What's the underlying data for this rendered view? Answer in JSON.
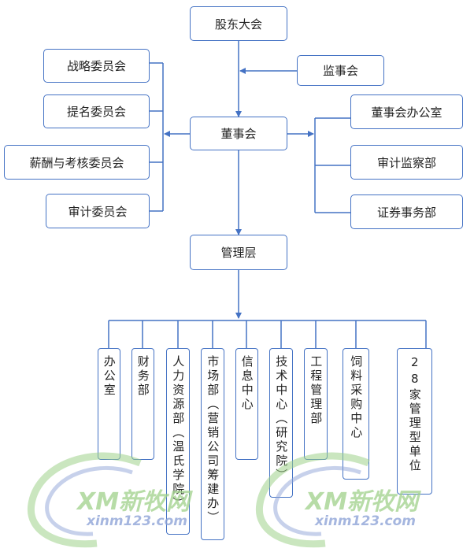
{
  "nodes": {
    "shareholders": "股东大会",
    "supervisory": "监事会",
    "board": "董事会",
    "management": "管理层",
    "committees": [
      "战略委员会",
      "提名委员会",
      "薪酬与考核委员会",
      "审计委员会"
    ],
    "board_units": [
      "董事会办公室",
      "审计监察部",
      "证券事务部"
    ],
    "departments": [
      "办公室",
      "财务部",
      "人力资源部（温氏学院）",
      "市场部（营销公司筹建办）",
      "信息中心",
      "技术中心（研究院）",
      "工程管理部",
      "饲料采购中心",
      "28家管理型单位"
    ]
  },
  "watermark": {
    "logo": "XM新牧网",
    "url": "xinm123.com"
  },
  "colors": {
    "line": "#4472c4",
    "border": "#4472c4",
    "watermark_green": "#9fd18a",
    "watermark_blue": "#8fa4d8"
  }
}
